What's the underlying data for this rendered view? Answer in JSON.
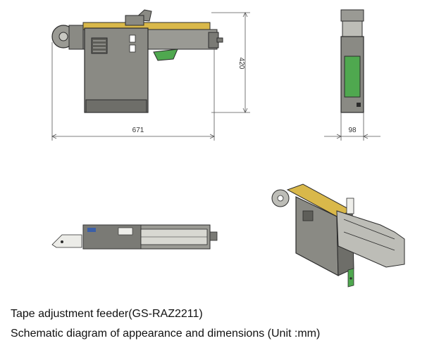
{
  "dimensions": {
    "length_label": "671",
    "height_label": "420",
    "width_label": "98"
  },
  "caption": {
    "line1": "Tape adjustment feeder(GS-RAZ2211)",
    "line2": "Schematic diagram of appearance and dimensions (Unit :mm)"
  },
  "colors": {
    "body": "#8a8a84",
    "body_dark": "#5e5e59",
    "outline": "#2b2b2b",
    "green_panel": "#4fa84f",
    "yellow_rail": "#d9b84a",
    "dimension_line": "#555555"
  }
}
